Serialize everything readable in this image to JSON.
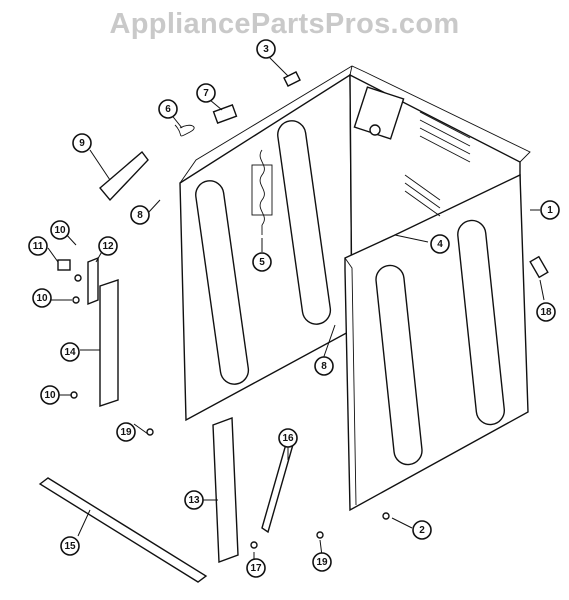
{
  "watermark": "AppliancePartsPros.com",
  "callouts": [
    {
      "label": "1"
    },
    {
      "label": "2"
    },
    {
      "label": "3"
    },
    {
      "label": "4"
    },
    {
      "label": "5"
    },
    {
      "label": "6"
    },
    {
      "label": "7"
    },
    {
      "label": "8"
    },
    {
      "label": "8"
    },
    {
      "label": "9"
    },
    {
      "label": "10"
    },
    {
      "label": "10"
    },
    {
      "label": "10"
    },
    {
      "label": "11"
    },
    {
      "label": "12"
    },
    {
      "label": "13"
    },
    {
      "label": "14"
    },
    {
      "label": "15"
    },
    {
      "label": "16"
    },
    {
      "label": "17"
    },
    {
      "label": "18"
    },
    {
      "label": "19"
    },
    {
      "label": "19"
    }
  ]
}
